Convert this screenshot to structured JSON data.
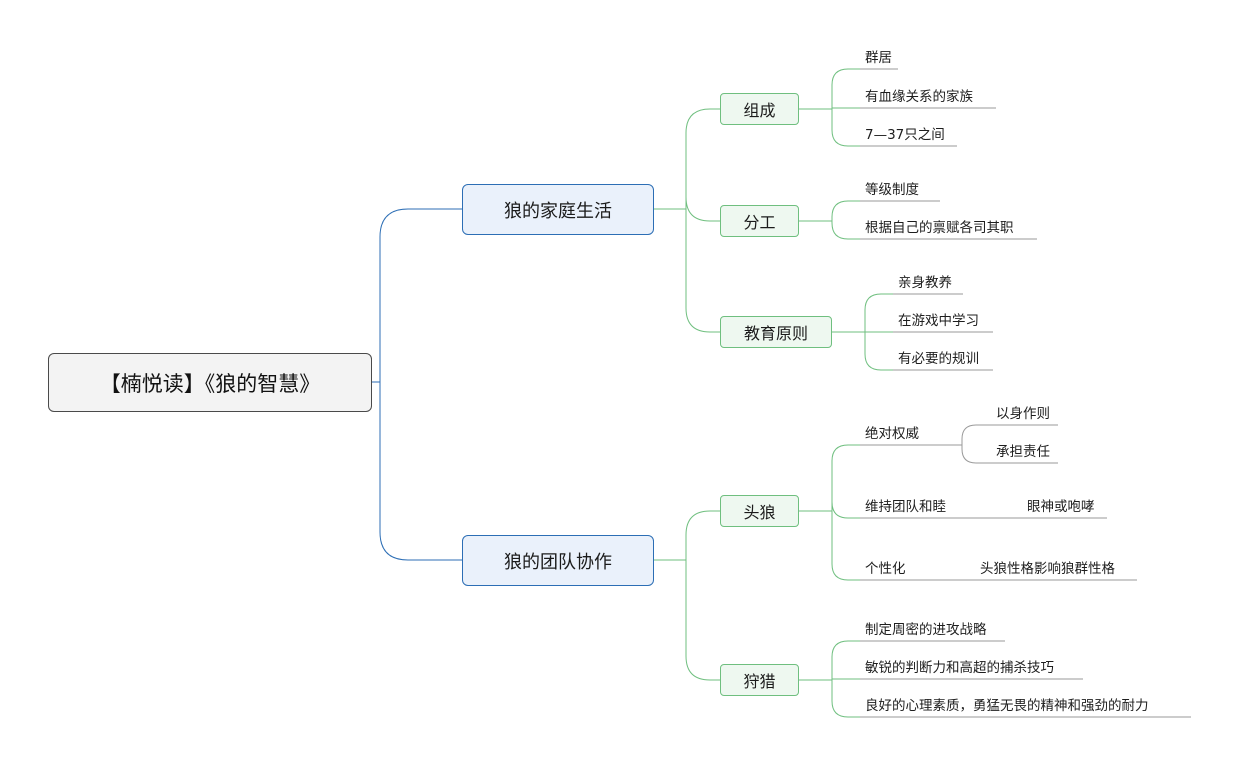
{
  "root": {
    "title": "【楠悦读】《狼的智慧》"
  },
  "branches": [
    {
      "label": "狼的家庭生活",
      "children": [
        {
          "label": "组成",
          "items": [
            "群居",
            "有血缘关系的家族",
            "7—37只之间"
          ]
        },
        {
          "label": "分工",
          "items": [
            "等级制度",
            "根据自己的禀赋各司其职"
          ]
        },
        {
          "label": "教育原则",
          "items": [
            "亲身教养",
            "在游戏中学习",
            "有必要的规训"
          ]
        }
      ]
    },
    {
      "label": "狼的团队协作",
      "children": [
        {
          "label": "头狼",
          "items": [
            {
              "label": "绝对权威",
              "children": [
                "以身作则",
                "承担责任"
              ]
            },
            {
              "label": "维持团队和睦",
              "children": [
                "眼神或咆哮"
              ]
            },
            {
              "label": "个性化",
              "children": [
                "头狼性格影响狼群性格"
              ]
            }
          ]
        },
        {
          "label": "狩猎",
          "items": [
            "制定周密的进攻战略",
            "敏锐的判断力和高超的捕杀技巧",
            "良好的心理素质，勇猛无畏的精神和强劲的耐力"
          ]
        }
      ]
    }
  ],
  "colors": {
    "root_line": "#2c6eb5",
    "sub_line": "#6fbf7f",
    "leaf_line": "#9a9a9a"
  }
}
